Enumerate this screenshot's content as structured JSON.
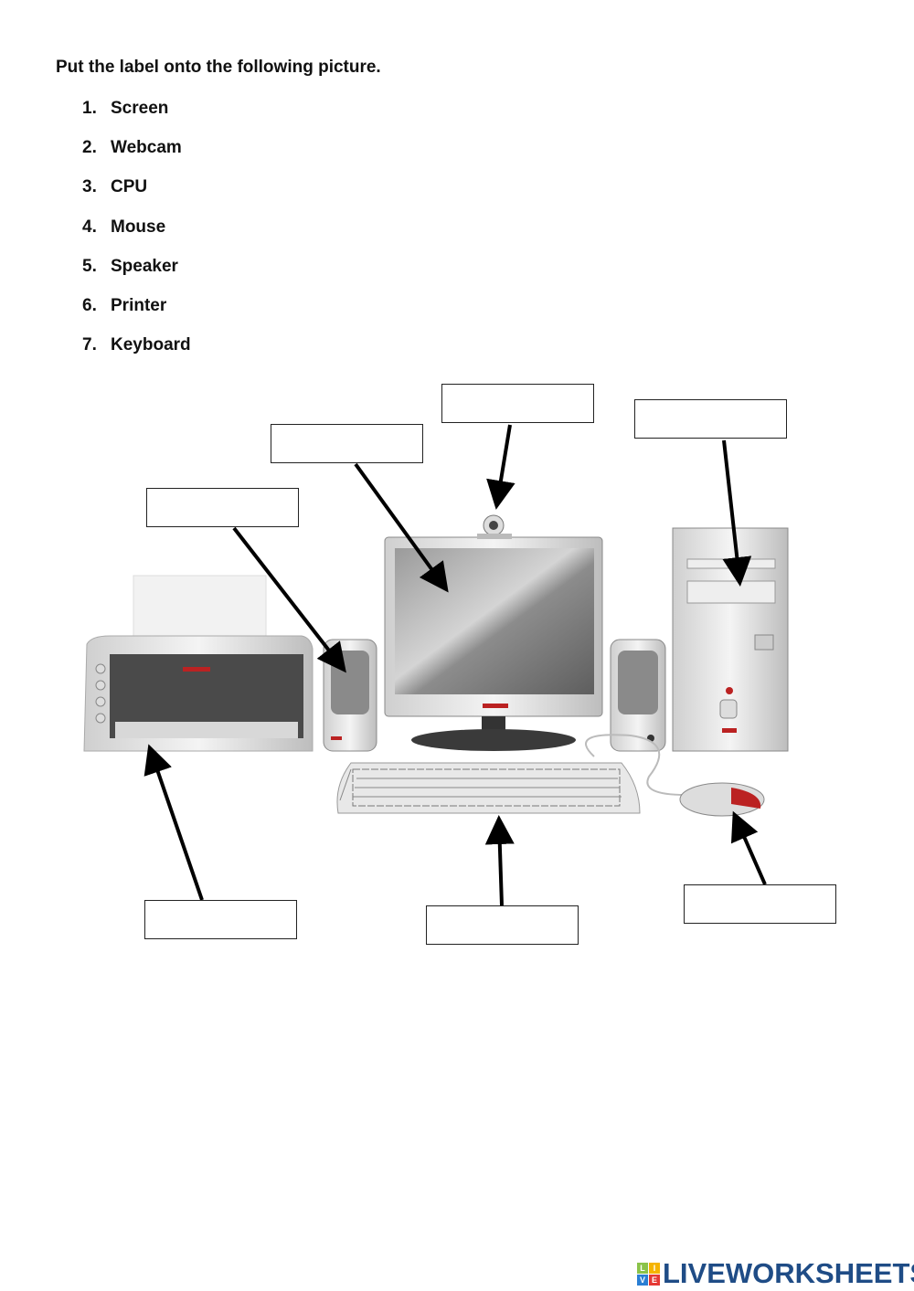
{
  "instruction": "Put the label onto the following picture.",
  "labels": [
    {
      "num": "1.",
      "text": "Screen"
    },
    {
      "num": "2.",
      "text": "Webcam"
    },
    {
      "num": "3.",
      "text": "CPU"
    },
    {
      "num": "4.",
      "text": "Mouse"
    },
    {
      "num": "5.",
      "text": "Speaker"
    },
    {
      "num": "6.",
      "text": "Printer"
    },
    {
      "num": "7.",
      "text": "Keyboard"
    }
  ],
  "answer_boxes": {
    "webcam": "",
    "screen": "",
    "cpu": "",
    "speaker": "",
    "printer": "",
    "keyboard": "",
    "mouse": ""
  },
  "logo": {
    "text": "LIVEWORKSHEETS",
    "mark_letters": [
      "L",
      "I",
      "V",
      "E"
    ],
    "color": "#1f4c86"
  }
}
